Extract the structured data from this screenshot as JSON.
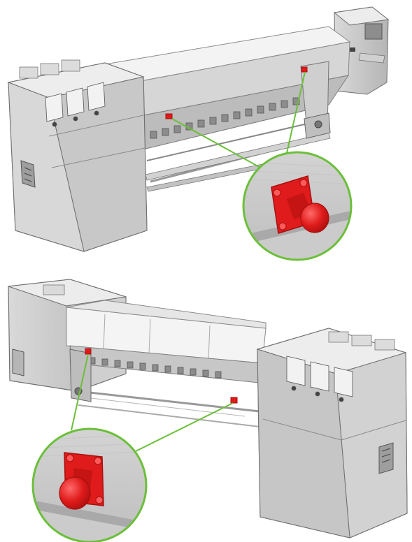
{
  "colors": {
    "body_light": "#e4e4e4",
    "body_mid": "#c9c9c9",
    "body_dark": "#9a9a9a",
    "outline": "#6f6f6f",
    "glass": "#f3f3f3",
    "callout_green": "#6cbf3a",
    "button_red": "#e01b1b",
    "button_red_dark": "#a80f0f",
    "button_red_light": "#ff5b5b"
  },
  "figures": [
    {
      "id": "top-view",
      "callout_shows": "emergency-stop-button",
      "marked_buttons": 2
    },
    {
      "id": "bottom-view",
      "callout_shows": "emergency-stop-button",
      "marked_buttons": 2
    }
  ]
}
